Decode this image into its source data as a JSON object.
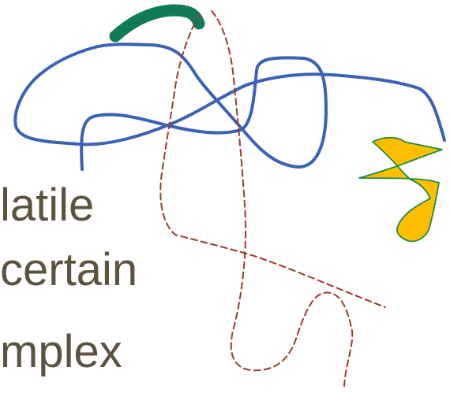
{
  "text_color": "#5b5240",
  "stroke_colors": {
    "blue": "#3a62b5",
    "green": "#0e7a57",
    "brown": "#9b3b2a",
    "yellow": "#ffbf00",
    "yellow_outline": "#1f8a3d"
  },
  "words": [
    "latile",
    "certain",
    "mplex"
  ]
}
